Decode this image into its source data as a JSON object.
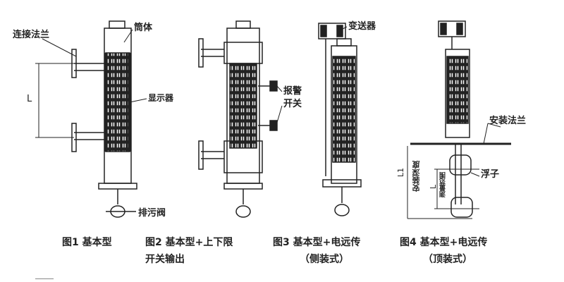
{
  "labels": {
    "connect_flange": "连接法兰",
    "cylinder": "筒体",
    "display": "显示器",
    "drain_valve": "排污阀",
    "dim_l": "L",
    "alarm_switch_1": "报警",
    "alarm_switch_2": "开关",
    "transmitter": "变送器",
    "mount_flange": "安装法兰",
    "float": "浮子",
    "dim_l1": "L1",
    "mount_depth": "安装深度",
    "measure_range": "测量范围"
  },
  "captions": [
    {
      "line1": "图1  基本型",
      "line2": ""
    },
    {
      "line1": "图2  基本型+上下限",
      "line2": "开关输出"
    },
    {
      "line1": "图3  基本型+电远传",
      "line2": "（侧装式）"
    },
    {
      "line1": "图4  基本型+电远传",
      "line2": "（顶装式）"
    }
  ]
}
